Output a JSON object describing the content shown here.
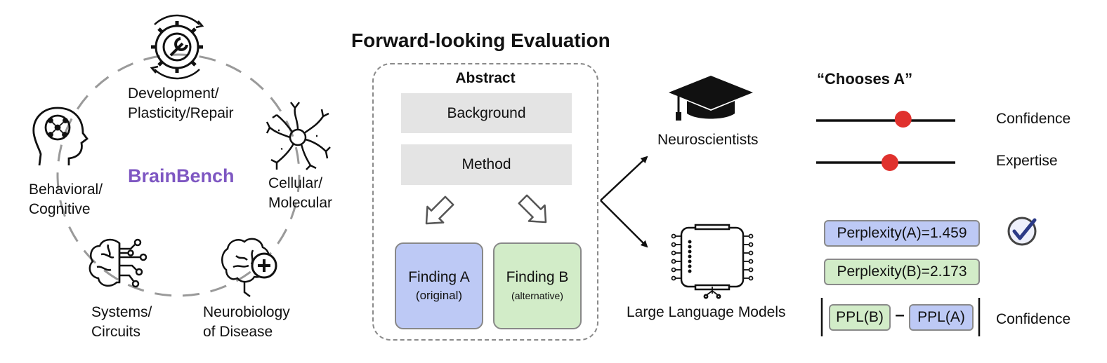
{
  "header": {
    "title": "Forward-looking Evaluation"
  },
  "wheel": {
    "center_label": "BrainBench",
    "topics": {
      "development": [
        "Development/",
        "Plasticity/Repair"
      ],
      "cellular": [
        "Cellular/",
        "Molecular"
      ],
      "disease": [
        "Neurobiology",
        "of Disease"
      ],
      "systems": [
        "Systems/",
        "Circuits"
      ],
      "behavioral": [
        "Behavioral/",
        "Cognitive"
      ]
    },
    "icons": [
      "gear-head-icon",
      "neuron-icon",
      "brain-plus-icon",
      "brain-circuit-icon",
      "head-network-icon"
    ]
  },
  "abstract": {
    "title": "Abstract",
    "sections": [
      "Background",
      "Method"
    ],
    "finding_a": {
      "label": "Finding A",
      "sub": "(original)"
    },
    "finding_b": {
      "label": "Finding B",
      "sub": "(alternative)"
    }
  },
  "neuroscientists": {
    "label": "Neuroscientists",
    "choice": "“Chooses A”",
    "sliders": [
      {
        "label": "Confidence",
        "value": 0.625
      },
      {
        "label": "Expertise",
        "value": 0.53
      }
    ]
  },
  "llm": {
    "label": "Large Language Models",
    "perplexity_a": "Perplexity(A)=1.459",
    "perplexity_b": "Perplexity(B)=2.173",
    "ppl_b": "PPL(B)",
    "ppl_a": "PPL(A)",
    "minus": "–",
    "confidence_label": "Confidence"
  },
  "colors": {
    "accent_purple": "#7e57c2",
    "finding_a_fill": "#bdc9f5",
    "finding_b_fill": "#d2ecc8",
    "slider_dot": "#e0312d",
    "check_blue": "#2b3a86"
  }
}
